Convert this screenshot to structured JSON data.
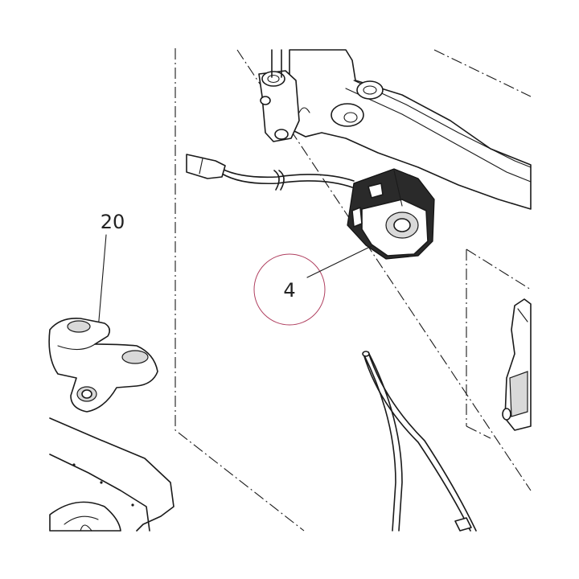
{
  "callouts": [
    {
      "id": "4",
      "label": "4",
      "circled": true,
      "circle_color": "#b04060"
    },
    {
      "id": "20",
      "label": "20",
      "circled": false
    }
  ],
  "colors": {
    "line": "#1a1a1a",
    "background": "#ffffff",
    "callout_circle": "#b04060"
  }
}
